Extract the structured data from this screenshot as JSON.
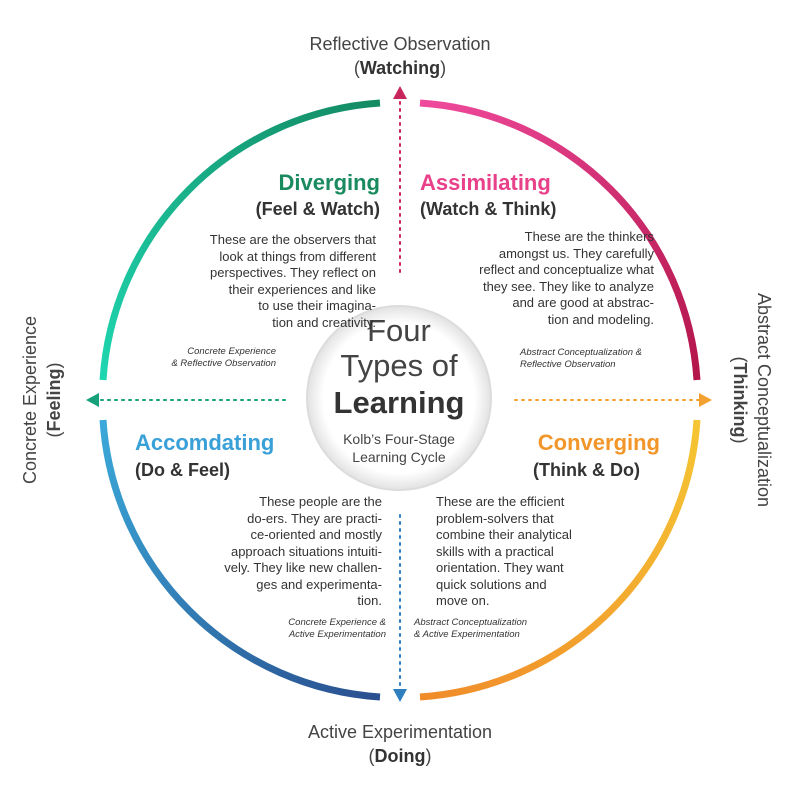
{
  "axes": {
    "top": {
      "line1": "Reflective Observation",
      "open": "(",
      "bold": "Watching",
      "close": ")"
    },
    "bottom": {
      "line1": "Active Experimentation",
      "open": "(",
      "bold": "Doing",
      "close": ")"
    },
    "left": {
      "line1": "Concrete Experience",
      "open": "(",
      "bold": "Feeling",
      "close": ")"
    },
    "right": {
      "line1": "Abstract Conceptualization",
      "open": "(",
      "bold": "Thinking",
      "close": ")"
    }
  },
  "center": {
    "line1": "Four",
    "line2": "Types of",
    "line3": "Learning",
    "sub1": "Kolb’s Four-Stage",
    "sub2": "Learning Cycle"
  },
  "quadrants": {
    "diverging": {
      "title": "Diverging",
      "subtitle": "(Feel & Watch)",
      "body": "These are the observers that\nlook at things from different\nperspectives. They reflect on\ntheir experiences and like\nto use their imagina-\ntion and creativity.",
      "note": "Concrete Experience\n& Reflective Observation",
      "color": "#1a8a5f"
    },
    "assimilating": {
      "title": "Assimilating",
      "subtitle": "(Watch & Think)",
      "body": "These are the thinkers\namongst us. They carefully\nreflect and conceptualize what\nthey see. They like to analyze\nand are good at abstrac-\ntion and modeling.",
      "note": "Abstract Conceptualization &\nReflective Observation",
      "color": "#e8418a"
    },
    "accomodating": {
      "title": "Accomdating",
      "subtitle": "(Do & Feel)",
      "body": "These people are the\ndo-ers. They are practi-\nce-oriented and mostly\napproach situations intuiti-\nvely. They like new challen-\nges and experimenta-\ntion.",
      "note": "Concrete Experience &\nActive Experimentation",
      "color": "#3aa0d8"
    },
    "converging": {
      "title": "Converging",
      "subtitle": "(Think & Do)",
      "body": "These are the efficient\nproblem-solvers that\ncombine their analytical\nskills with a practical\norientation. They want\nquick solutions and\nmove on.",
      "note": "Abstract Conceptualization\n& Active Experimentation",
      "color": "#f2962a"
    }
  },
  "colors": {
    "arc_tl_start": "#1fd6b0",
    "arc_tl_end": "#138a63",
    "arc_tr_start": "#ef4a9c",
    "arc_tr_end": "#b3154a",
    "arc_bl_start": "#3aa9d9",
    "arc_bl_end": "#2a4f8f",
    "arc_br_start": "#f5c533",
    "arc_br_end": "#f08b2a",
    "arrow_up": "#c8265a",
    "arrow_left": "#17a07a",
    "arrow_right": "#f3a030",
    "arrow_down": "#2f7fc0"
  }
}
